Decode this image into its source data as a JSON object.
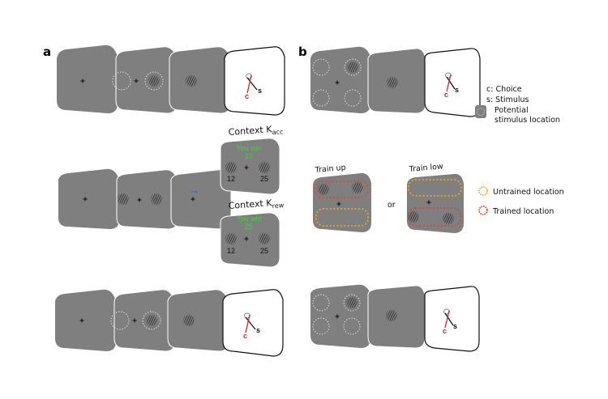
{
  "panels": {
    "a": {
      "label": "a"
    },
    "b": {
      "label": "b"
    }
  },
  "contexts": {
    "acc": {
      "prefix": "Context K",
      "subscript": "acc",
      "message_line1": "You win",
      "message_line2": "15",
      "left_value": "12",
      "right_value": "25"
    },
    "rew": {
      "prefix": "Context K",
      "subscript": "rew",
      "message_line1": "You win",
      "message_line2": "25",
      "left_value": "12",
      "right_value": "25"
    }
  },
  "response": {
    "choice_letter": "c",
    "stimulus_letter": "s"
  },
  "legend_b": {
    "choice": "c: Choice",
    "stimulus": "s: Stimulus",
    "potential_line1": "Potential",
    "potential_line2": "stimulus location"
  },
  "training": {
    "train_up": "Train up",
    "train_low": "Train low",
    "or": "or",
    "untrained": "Untrained location",
    "trained": "Trained location"
  },
  "colors": {
    "screen_gray": "#7f7f7f",
    "trained": "#e0442b",
    "untrained": "#f0a81c",
    "choice_red": "#e02020",
    "win_green": "#3ed13e",
    "cue_blue": "#4a6fa5"
  }
}
